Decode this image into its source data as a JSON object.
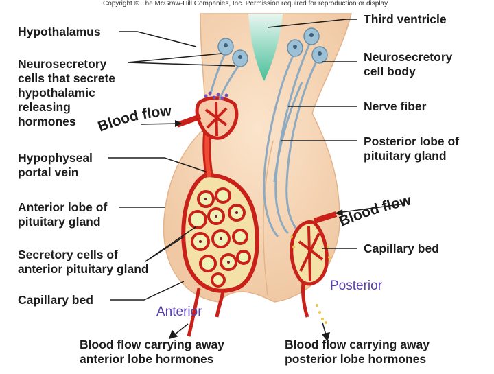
{
  "copyright": "Copyright © The McGraw-Hill Companies, Inc. Permission required for reproduction or display.",
  "labels": {
    "hypothalamus": "Hypothalamus",
    "neurosecretory_cells": "Neurosecretory\ncells that secrete\nhypothalamic\nreleasing\nhormones",
    "hypophyseal_portal_vein": "Hypophyseal\nportal vein",
    "anterior_lobe": "Anterior lobe of\npituitary gland",
    "secretory_cells": "Secretory cells of\nanterior pituitary gland",
    "capillary_bed_left": "Capillary bed",
    "third_ventricle": "Third ventricle",
    "neurosecretory_cell_body": "Neurosecretory\ncell body",
    "nerve_fiber": "Nerve fiber",
    "posterior_lobe": "Posterior lobe of\npituitary gland",
    "capillary_bed_right": "Capillary bed",
    "blood_flow_left": "Blood flow",
    "blood_flow_right": "Blood flow",
    "bottom_left": "Blood flow carrying away\nanterior lobe hormones",
    "bottom_right": "Blood flow carrying away\nposterior lobe hormones"
  },
  "annotations": {
    "posterior": "Posterior",
    "anterior": "Anterior"
  },
  "colors": {
    "tissue": "#f6d8b8",
    "tissue_edge": "#e6b994",
    "ventricle": "#57c5a3",
    "blood": "#d8251c",
    "blood_dark": "#a80f0c",
    "secretory_cell": "#f2f2b8",
    "nerve_fiber": "#9fb8c6",
    "cell_body": "#8fb2c8",
    "hormone_dot": "#e9c84a",
    "handwritten": "#5a3fb0"
  }
}
